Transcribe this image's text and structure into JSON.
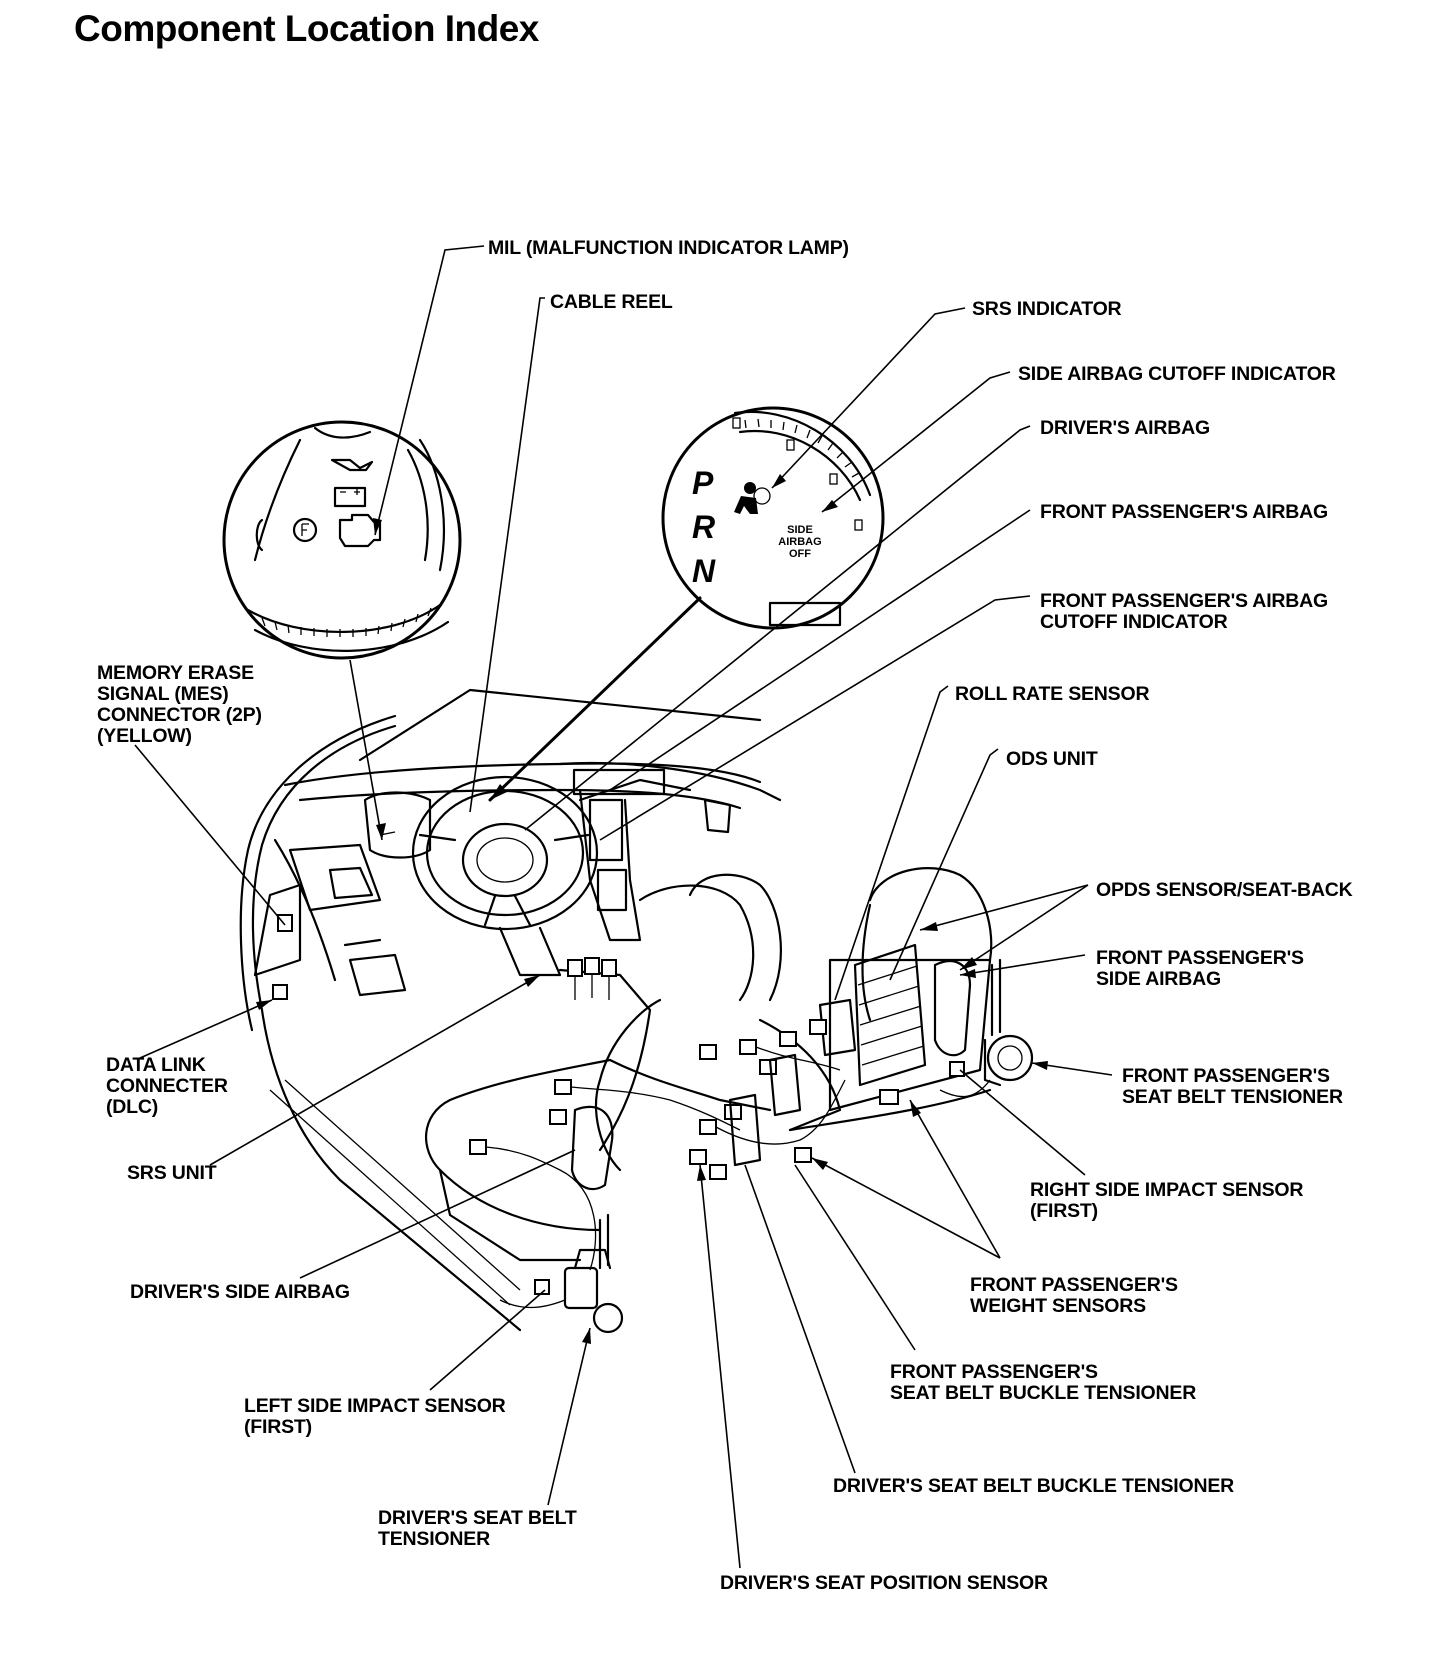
{
  "title": "Component Location Index",
  "labels": {
    "mil": "MIL (MALFUNCTION INDICATOR LAMP)",
    "cable_reel": "CABLE REEL",
    "srs_indicator": "SRS INDICATOR",
    "side_airbag_cutoff_indicator": "SIDE AIRBAG CUTOFF INDICATOR",
    "drivers_airbag": "DRIVER'S AIRBAG",
    "front_passengers_airbag": "FRONT PASSENGER'S AIRBAG",
    "front_passengers_airbag_cutoff": [
      "FRONT PASSENGER'S AIRBAG",
      "CUTOFF INDICATOR"
    ],
    "roll_rate_sensor": "ROLL RATE SENSOR",
    "ods_unit": "ODS UNIT",
    "opds_sensor": "OPDS SENSOR/SEAT-BACK",
    "front_passengers_side_airbag": [
      "FRONT PASSENGER'S",
      "SIDE AIRBAG"
    ],
    "front_passengers_seat_belt_tensioner": [
      "FRONT PASSENGER'S",
      "SEAT BELT TENSIONER"
    ],
    "right_side_impact_sensor": [
      "RIGHT SIDE IMPACT SENSOR",
      "(FIRST)"
    ],
    "front_passengers_weight_sensors": [
      "FRONT PASSENGER'S",
      "WEIGHT SENSORS"
    ],
    "front_passengers_seat_belt_buckle_tensioner": [
      "FRONT PASSENGER'S",
      "SEAT BELT BUCKLE TENSIONER"
    ],
    "drivers_seat_belt_buckle_tensioner": "DRIVER'S SEAT BELT BUCKLE TENSIONER",
    "drivers_seat_position_sensor": "DRIVER'S SEAT POSITION SENSOR",
    "drivers_seat_belt_tensioner": [
      "DRIVER'S SEAT BELT",
      "TENSIONER"
    ],
    "left_side_impact_sensor": [
      "LEFT SIDE IMPACT SENSOR",
      "(FIRST)"
    ],
    "drivers_side_airbag": "DRIVER'S SIDE AIRBAG",
    "srs_unit": "SRS UNIT",
    "data_link_connector": [
      "DATA LINK",
      "CONNECTER",
      "(DLC)"
    ],
    "memory_erase_connector": [
      "MEMORY ERASE",
      "SIGNAL (MES)",
      "CONNECTOR (2P)",
      "(YELLOW)"
    ]
  },
  "gauge_text": {
    "gear_p": "P",
    "gear_r": "R",
    "gear_n": "N",
    "side_airbag_off": [
      "SIDE",
      "AIRBAG",
      "OFF"
    ]
  }
}
